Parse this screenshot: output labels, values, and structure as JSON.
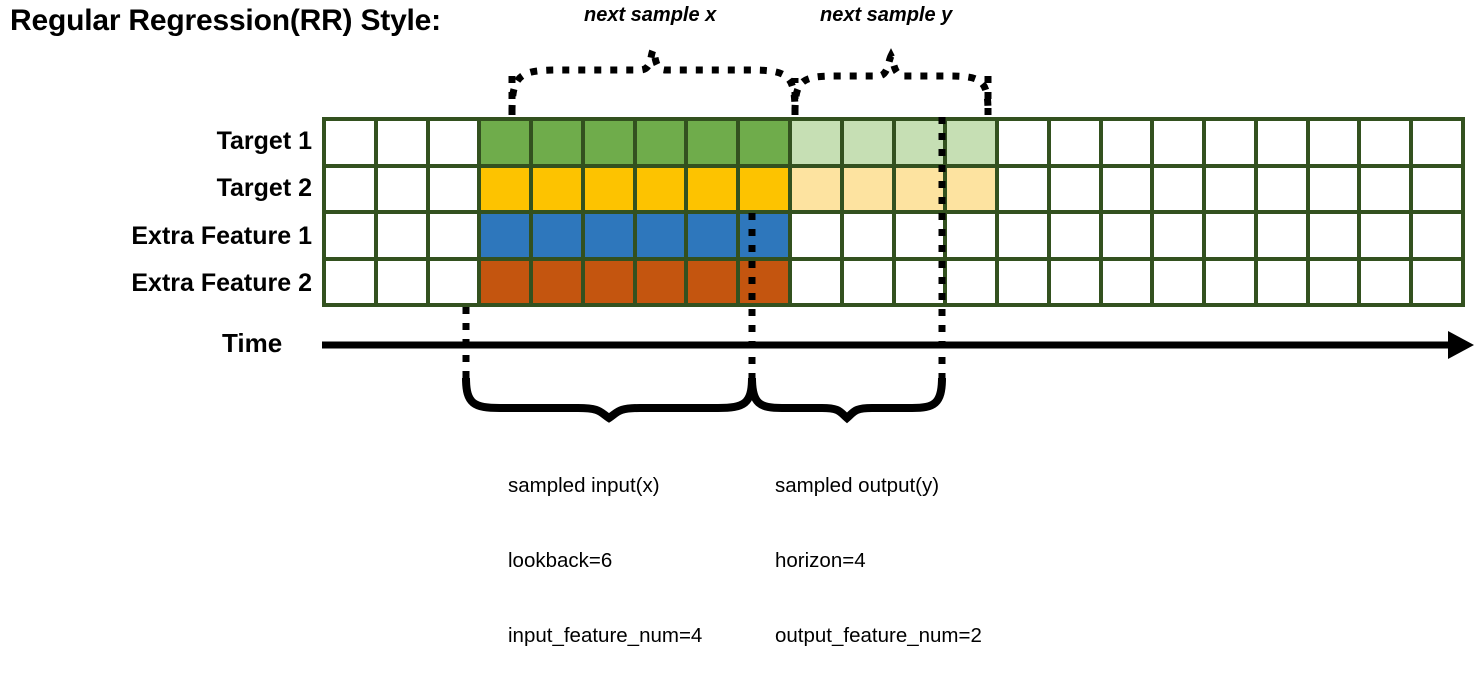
{
  "title": "Regular Regression(RR) Style:",
  "axis": {
    "time_label": "Time"
  },
  "rows": [
    {
      "label": "Target 1",
      "kind": "target"
    },
    {
      "label": "Target 2",
      "kind": "target"
    },
    {
      "label": "Extra Feature 1",
      "kind": "feature"
    },
    {
      "label": "Extra Feature 2",
      "kind": "feature"
    }
  ],
  "grid": {
    "columns": 22,
    "row_count": 4,
    "border_color": "#33511F",
    "lead_blank_columns": 3,
    "input_columns": 6,
    "output_columns": 4,
    "trail_blank_columns": 9,
    "cells": [
      [
        "white",
        "white",
        "white",
        "green",
        "green",
        "green",
        "green",
        "green",
        "green",
        "greenlt",
        "greenlt",
        "greenlt",
        "greenlt",
        "white",
        "white",
        "white",
        "white",
        "white",
        "white",
        "white",
        "white",
        "white"
      ],
      [
        "white",
        "white",
        "white",
        "amber",
        "amber",
        "amber",
        "amber",
        "amber",
        "amber",
        "amberlt",
        "amberlt",
        "amberlt",
        "amberlt",
        "white",
        "white",
        "white",
        "white",
        "white",
        "white",
        "white",
        "white",
        "white"
      ],
      [
        "white",
        "white",
        "white",
        "blue",
        "blue",
        "blue",
        "blue",
        "blue",
        "blue",
        "white",
        "white",
        "white",
        "white",
        "white",
        "white",
        "white",
        "white",
        "white",
        "white",
        "white",
        "white",
        "white"
      ],
      [
        "white",
        "white",
        "white",
        "orange",
        "orange",
        "orange",
        "orange",
        "orange",
        "orange",
        "white",
        "white",
        "white",
        "white",
        "white",
        "white",
        "white",
        "white",
        "white",
        "white",
        "white",
        "white",
        "white"
      ]
    ]
  },
  "palette": {
    "green": "#6FAC4B",
    "green_light": "#C6DFB4",
    "amber": "#FDC300",
    "amber_light": "#FDE3A0",
    "blue": "#2E77BC",
    "orange": "#C4550F",
    "border": "#33511F",
    "line": "#000000"
  },
  "top_annotations": [
    {
      "text": "next sample x",
      "name": "next-sample-x"
    },
    {
      "text": "next sample y",
      "name": "next-sample-y"
    }
  ],
  "bottom_annotations": [
    {
      "name": "sampled-input",
      "line1": "sampled input(x)",
      "line2": "lookback=6",
      "line3": "input_feature_num=4"
    },
    {
      "name": "sampled-output",
      "line1": "sampled output(y)",
      "line2": "horizon=4",
      "line3": "output_feature_num=2"
    }
  ]
}
